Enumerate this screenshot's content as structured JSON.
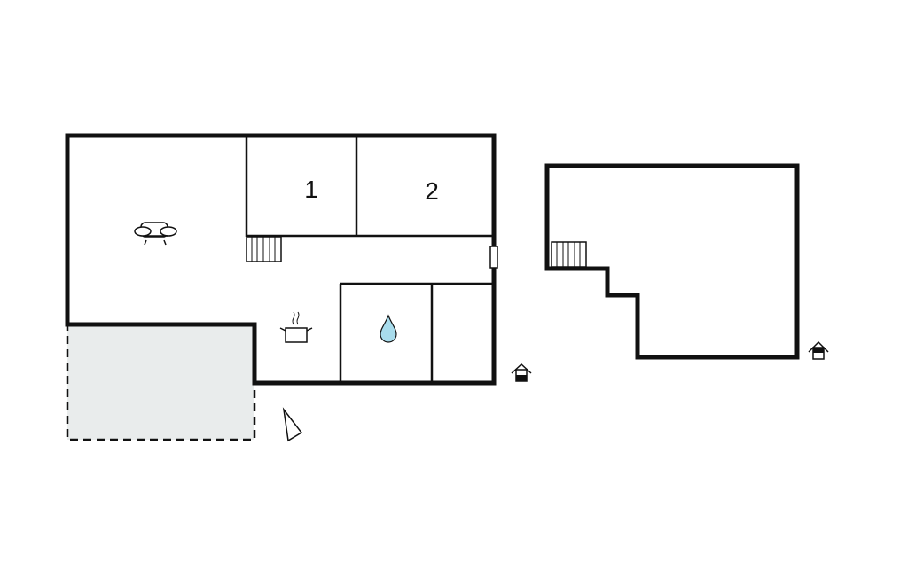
{
  "plan": {
    "ground_floor": {
      "rooms": [
        {
          "label": "1",
          "type": "bedroom"
        },
        {
          "label": "2",
          "type": "bedroom"
        }
      ],
      "icons": [
        "sofa-icon",
        "stairs-icon",
        "cooking-pot-icon",
        "water-drop-icon",
        "window-icon",
        "compass-pointer-icon",
        "house-entrance-icon"
      ]
    },
    "upper_floor": {
      "icons": [
        "stairs-icon",
        "house-entrance-icon"
      ]
    },
    "colors": {
      "wall": "#111111",
      "terrace": "#e9ecec",
      "water": "#a8dcec"
    }
  }
}
